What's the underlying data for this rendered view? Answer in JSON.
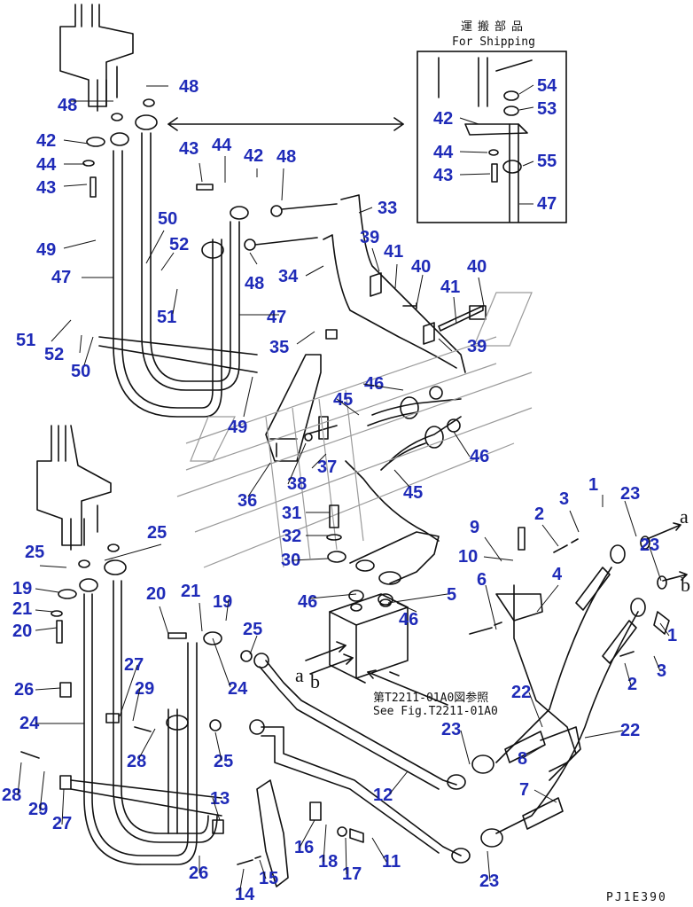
{
  "shipping_box": {
    "title_jp": "運搬部品",
    "title_en": "For Shipping"
  },
  "references": {
    "upper_jp": "第T2211-01A0図参照",
    "lower_en": "See Fig.T2211-01A0"
  },
  "port_letters": {
    "a_upper": "a",
    "b_upper": "b",
    "a_lower": "a",
    "b_lower": "b"
  },
  "drawing_code": "PJ1E390",
  "callouts": [
    {
      "id": "c1",
      "text": "48"
    },
    {
      "id": "c2",
      "text": "48"
    },
    {
      "id": "c3",
      "text": "42"
    },
    {
      "id": "c4",
      "text": "44"
    },
    {
      "id": "c5",
      "text": "43"
    },
    {
      "id": "c6",
      "text": "43"
    },
    {
      "id": "c7",
      "text": "44"
    },
    {
      "id": "c8",
      "text": "42"
    },
    {
      "id": "c9",
      "text": "48"
    },
    {
      "id": "c10",
      "text": "33"
    },
    {
      "id": "c11",
      "text": "50"
    },
    {
      "id": "c12",
      "text": "52"
    },
    {
      "id": "c13",
      "text": "49"
    },
    {
      "id": "c14",
      "text": "47"
    },
    {
      "id": "c15",
      "text": "39"
    },
    {
      "id": "c16",
      "text": "41"
    },
    {
      "id": "c17",
      "text": "40"
    },
    {
      "id": "c18",
      "text": "40"
    },
    {
      "id": "c19",
      "text": "34"
    },
    {
      "id": "c20",
      "text": "48"
    },
    {
      "id": "c21",
      "text": "51"
    },
    {
      "id": "c22",
      "text": "47"
    },
    {
      "id": "c23",
      "text": "41"
    },
    {
      "id": "c24",
      "text": "51"
    },
    {
      "id": "c25",
      "text": "52"
    },
    {
      "id": "c26",
      "text": "50"
    },
    {
      "id": "c27",
      "text": "35"
    },
    {
      "id": "c28",
      "text": "39"
    },
    {
      "id": "c29",
      "text": "46"
    },
    {
      "id": "c30",
      "text": "45"
    },
    {
      "id": "c31",
      "text": "49"
    },
    {
      "id": "c32",
      "text": "46"
    },
    {
      "id": "c33",
      "text": "37"
    },
    {
      "id": "c34",
      "text": "38"
    },
    {
      "id": "c35",
      "text": "36"
    },
    {
      "id": "c36",
      "text": "45"
    },
    {
      "id": "c37",
      "text": "1"
    },
    {
      "id": "c38",
      "text": "23"
    },
    {
      "id": "c39",
      "text": "3"
    },
    {
      "id": "c40",
      "text": "2"
    },
    {
      "id": "c41",
      "text": "9"
    },
    {
      "id": "c42",
      "text": "31"
    },
    {
      "id": "c43",
      "text": "25"
    },
    {
      "id": "c44",
      "text": "25"
    },
    {
      "id": "c45",
      "text": "32"
    },
    {
      "id": "c46",
      "text": "23"
    },
    {
      "id": "c47",
      "text": "30"
    },
    {
      "id": "c48",
      "text": "10"
    },
    {
      "id": "c49",
      "text": "4"
    },
    {
      "id": "c50",
      "text": "19"
    },
    {
      "id": "c51",
      "text": "20"
    },
    {
      "id": "c52",
      "text": "21"
    },
    {
      "id": "c53",
      "text": "6"
    },
    {
      "id": "c54",
      "text": "21"
    },
    {
      "id": "c55",
      "text": "19"
    },
    {
      "id": "c56",
      "text": "25"
    },
    {
      "id": "c57",
      "text": "46"
    },
    {
      "id": "c58",
      "text": "46"
    },
    {
      "id": "c59",
      "text": "5"
    },
    {
      "id": "c60",
      "text": "20"
    },
    {
      "id": "c61",
      "text": "1"
    },
    {
      "id": "c62",
      "text": "3"
    },
    {
      "id": "c63",
      "text": "2"
    },
    {
      "id": "c64",
      "text": "27"
    },
    {
      "id": "c65",
      "text": "26"
    },
    {
      "id": "c66",
      "text": "29"
    },
    {
      "id": "c67",
      "text": "24"
    },
    {
      "id": "c68",
      "text": "24"
    },
    {
      "id": "c69",
      "text": "22"
    },
    {
      "id": "c70",
      "text": "22"
    },
    {
      "id": "c71",
      "text": "23"
    },
    {
      "id": "c72",
      "text": "28"
    },
    {
      "id": "c73",
      "text": "25"
    },
    {
      "id": "c74",
      "text": "8"
    },
    {
      "id": "c75",
      "text": "12"
    },
    {
      "id": "c76",
      "text": "7"
    },
    {
      "id": "c77",
      "text": "28"
    },
    {
      "id": "c78",
      "text": "29"
    },
    {
      "id": "c79",
      "text": "27"
    },
    {
      "id": "c80",
      "text": "13"
    },
    {
      "id": "c81",
      "text": "16"
    },
    {
      "id": "c82",
      "text": "18"
    },
    {
      "id": "c83",
      "text": "17"
    },
    {
      "id": "c84",
      "text": "11"
    },
    {
      "id": "c85",
      "text": "26"
    },
    {
      "id": "c86",
      "text": "14"
    },
    {
      "id": "c87",
      "text": "15"
    },
    {
      "id": "c88",
      "text": "23"
    },
    {
      "id": "c89",
      "text": "54"
    },
    {
      "id": "c90",
      "text": "53"
    },
    {
      "id": "c91",
      "text": "42"
    },
    {
      "id": "c92",
      "text": "44"
    },
    {
      "id": "c93",
      "text": "55"
    },
    {
      "id": "c94",
      "text": "43"
    },
    {
      "id": "c95",
      "text": "47"
    }
  ]
}
